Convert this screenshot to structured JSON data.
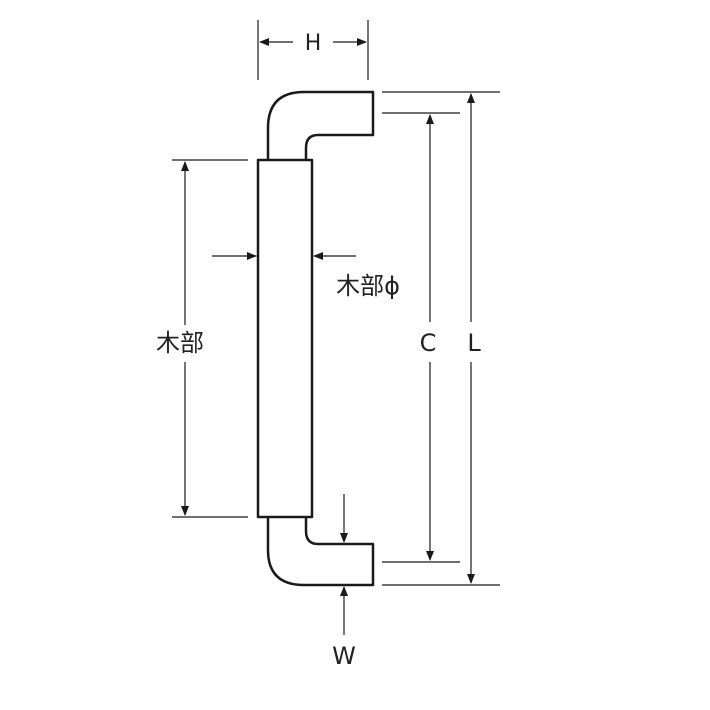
{
  "labels": {
    "h": "H",
    "wood": "木部",
    "wood_dia": "木部ϕ",
    "c": "C",
    "l": "L",
    "w": "W"
  },
  "colors": {
    "stroke": "#1a1a1a",
    "text": "#222222",
    "background": "#ffffff"
  }
}
